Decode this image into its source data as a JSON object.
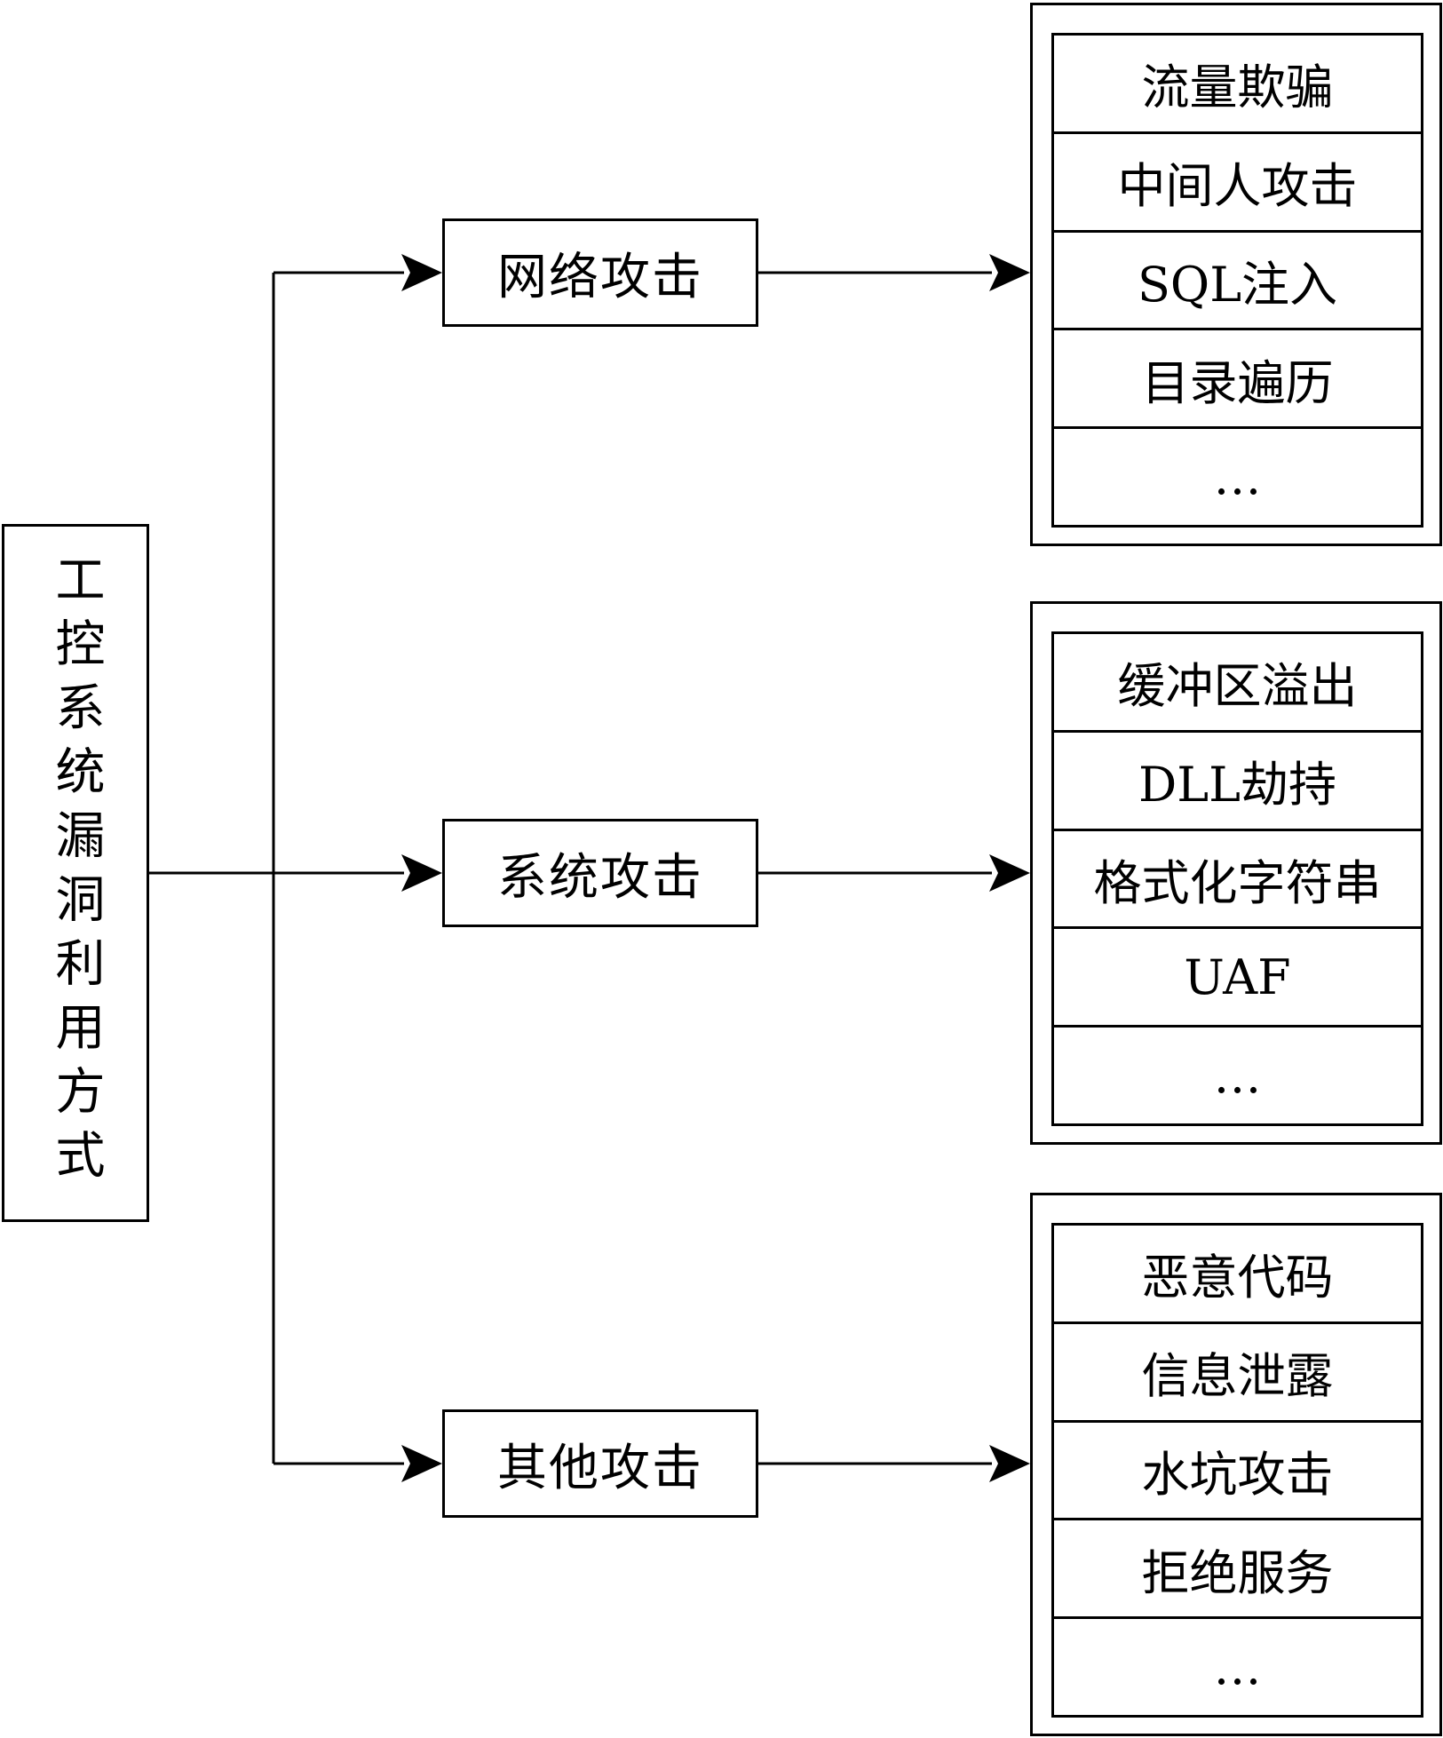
{
  "root": {
    "label": "工控系统漏洞利用方式"
  },
  "categories": [
    {
      "label": "网络攻击",
      "items": [
        "流量欺骗",
        "中间人攻击",
        "SQL注入",
        "目录遍历",
        "…"
      ]
    },
    {
      "label": "系统攻击",
      "items": [
        "缓冲区溢出",
        "DLL劫持",
        "格式化字符串",
        "UAF",
        "…"
      ]
    },
    {
      "label": "其他攻击",
      "items": [
        "恶意代码",
        "信息泄露",
        "水坑攻击",
        "拒绝服务",
        "…"
      ]
    }
  ],
  "colors": {
    "line": "#000000",
    "background": "#ffffff"
  }
}
